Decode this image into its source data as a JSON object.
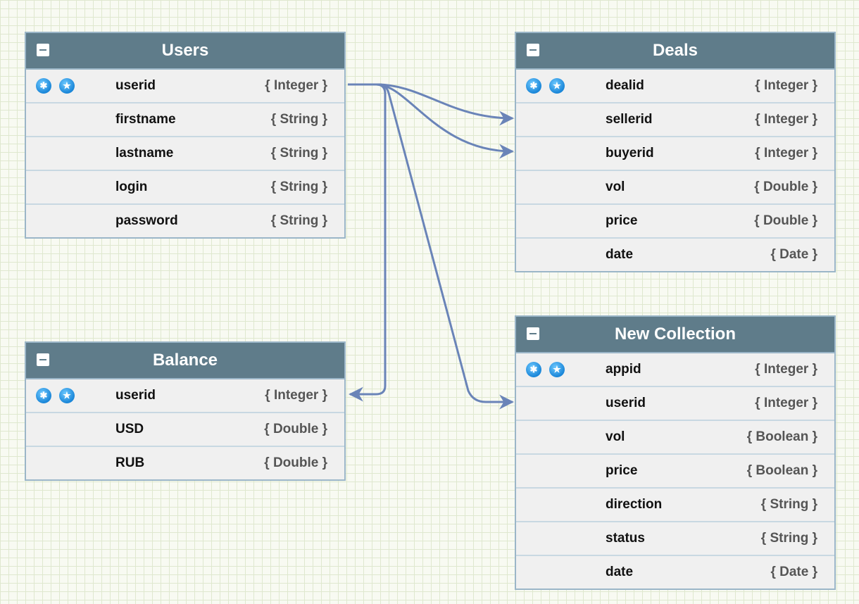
{
  "tables": [
    {
      "title": "Users",
      "fields": [
        {
          "name": "userid",
          "type": "{ Integer }",
          "key": true
        },
        {
          "name": "firstname",
          "type": "{ String }"
        },
        {
          "name": "lastname",
          "type": "{ String }"
        },
        {
          "name": "login",
          "type": "{ String }"
        },
        {
          "name": "password",
          "type": "{ String }"
        }
      ]
    },
    {
      "title": "Deals",
      "fields": [
        {
          "name": "dealid",
          "type": "{ Integer }",
          "key": true
        },
        {
          "name": "sellerid",
          "type": "{ Integer }"
        },
        {
          "name": "buyerid",
          "type": "{ Integer }"
        },
        {
          "name": "vol",
          "type": "{ Double }"
        },
        {
          "name": "price",
          "type": "{ Double }"
        },
        {
          "name": "date",
          "type": "{ Date }"
        }
      ]
    },
    {
      "title": "Balance",
      "fields": [
        {
          "name": "userid",
          "type": "{ Integer }",
          "key": true
        },
        {
          "name": "USD",
          "type": "{ Double }"
        },
        {
          "name": "RUB",
          "type": "{ Double }"
        }
      ]
    },
    {
      "title": "New Collection",
      "fields": [
        {
          "name": "appid",
          "type": "{ Integer }",
          "key": true
        },
        {
          "name": "userid",
          "type": "{ Integer }"
        },
        {
          "name": "vol",
          "type": "{ Boolean }"
        },
        {
          "name": "price",
          "type": "{ Boolean }"
        },
        {
          "name": "direction",
          "type": "{ String }"
        },
        {
          "name": "status",
          "type": "{ String }"
        },
        {
          "name": "date",
          "type": "{ Date }"
        }
      ]
    }
  ],
  "icons": {
    "key": "asterisk-icon",
    "star": "star-icon"
  },
  "colors": {
    "header": "#5f7c8a",
    "border": "#9bb6c8",
    "connector": "#6a84b8"
  },
  "relations": [
    {
      "from": "Users.userid",
      "to": "Deals.sellerid"
    },
    {
      "from": "Users.userid",
      "to": "Deals.buyerid"
    },
    {
      "from": "Users.userid",
      "to": "Balance.userid"
    },
    {
      "from": "Users.userid",
      "to": "New Collection.userid"
    }
  ]
}
